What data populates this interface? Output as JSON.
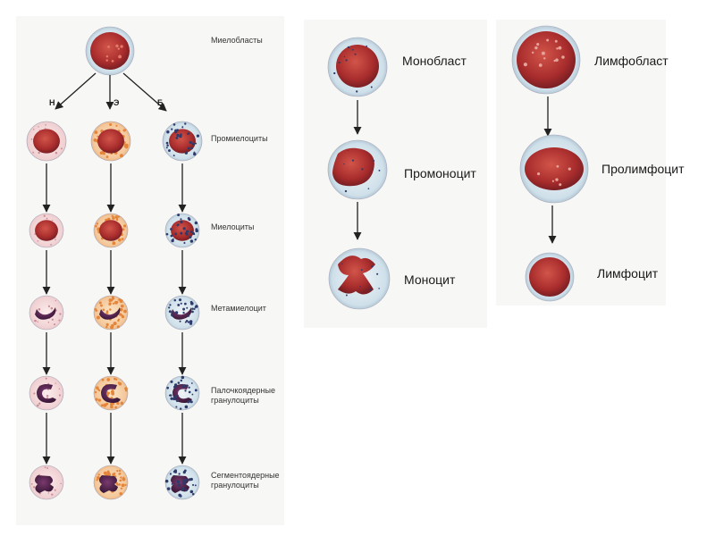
{
  "granulocyte_series": {
    "stages": [
      "Миелобласты",
      "Промиелоциты",
      "Миелоциты",
      "Метамиелоцит",
      "Палочкоядерные гранулоциты",
      "Сегментоядерные гранулоциты"
    ],
    "branch_letters": [
      "Н",
      "Э",
      "Б"
    ]
  },
  "monocyte_series": {
    "stages": [
      "Монобласт",
      "Промоноцит",
      "Моноцит"
    ]
  },
  "lymphocyte_series": {
    "stages": [
      "Лимфобласт",
      "Пролимфоцит",
      "Лимфоцит"
    ]
  },
  "colors": {
    "nucleus_red": "#b0322f",
    "nucleus_purple": "#4a1f44",
    "cytoplasm_blue": "#c9dbe6",
    "cytoplasm_pink": "#f1d3d3",
    "eosinophil_granule": "#e4853a",
    "basophil_granule": "#2d3a6b",
    "arrow": "#222222"
  }
}
